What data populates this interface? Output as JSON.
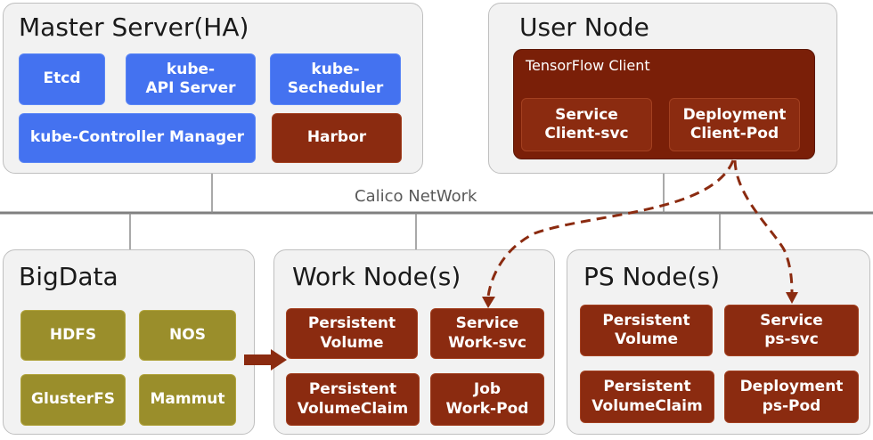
{
  "network": {
    "label": "Calico NetWork"
  },
  "master": {
    "title": "Master Server(HA)",
    "etcd": "Etcd",
    "api_server": "kube-\nAPI  Server",
    "scheduler": "kube-\nSecheduler",
    "controller_manager": "kube-Controller Manager",
    "harbor": "Harbor"
  },
  "user_node": {
    "title": "User Node",
    "tensorflow": {
      "title": "TensorFlow Client",
      "service": "Service\nClient-svc",
      "deployment": "Deployment\nClient-Pod"
    }
  },
  "bigdata": {
    "title": "BigData",
    "hdfs": "HDFS",
    "nos": "NOS",
    "glusterfs": "GlusterFS",
    "mammut": "Mammut"
  },
  "work_node": {
    "title": "Work Node(s)",
    "pv": "Persistent\nVolume",
    "service": "Service\nWork-svc",
    "pvc": "Persistent\nVolumeClaim",
    "job": "Job\nWork-Pod"
  },
  "ps_node": {
    "title": "PS Node(s)",
    "pv": "Persistent\nVolume",
    "service": "Service\nps-svc",
    "pvc": "Persistent\nVolumeClaim",
    "deployment": "Deployment\nps-Pod"
  },
  "colors": {
    "blue": "#4472f0",
    "dark_red": "#8b2b10",
    "tensorflow_bg": "#7a1f08",
    "olive": "#9a8e2b",
    "panel_bg": "#f2f2f2",
    "network_line": "#7f7f7f"
  }
}
